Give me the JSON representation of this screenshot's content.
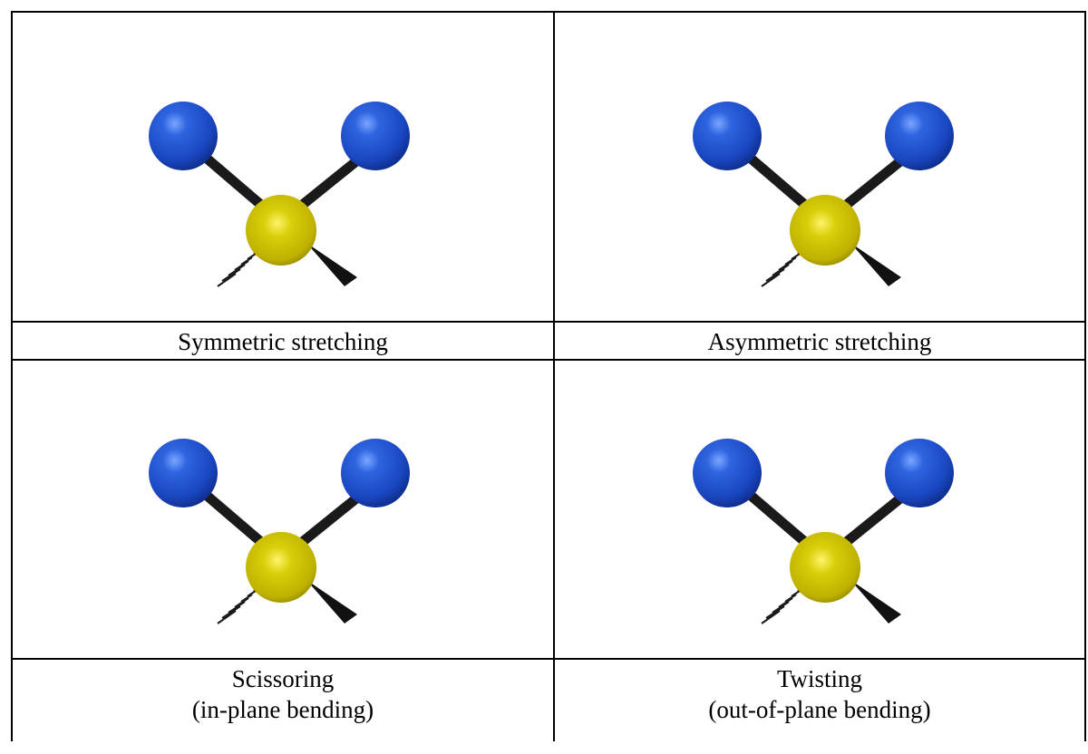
{
  "colors": {
    "border": "#000000",
    "outer_atom": "#1e4fd0",
    "center_atom": "#cfc300",
    "bond": "#1a1a1a"
  },
  "panels": [
    {
      "caption_lines": [
        "Symmetric stretching"
      ]
    },
    {
      "caption_lines": [
        "Asymmetric stretching"
      ]
    },
    {
      "caption_lines": [
        "Scissoring",
        "(in-plane bending)"
      ]
    },
    {
      "caption_lines": [
        "Twisting",
        "(out-of-plane bending)"
      ]
    }
  ]
}
